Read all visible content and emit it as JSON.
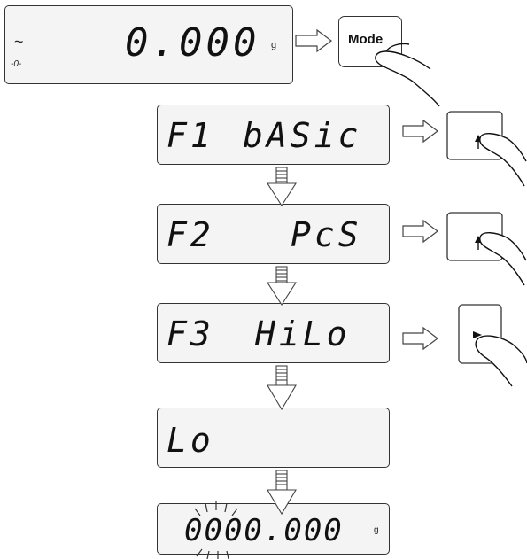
{
  "display_main": {
    "value": "0.000",
    "unit": "g",
    "stable_indicator": "~",
    "zero_indicator": "-0-"
  },
  "mode_button": {
    "label": "Mode"
  },
  "screens": [
    {
      "left": "F1",
      "right": "bASic"
    },
    {
      "left": "F2",
      "right": "PcS"
    },
    {
      "left": "F3",
      "right": "HiLo"
    },
    {
      "left": "Lo",
      "right": ""
    }
  ],
  "final_display": {
    "value": "0000.000",
    "unit": "g"
  },
  "icons": {
    "up": "up-arrow-button-icon",
    "enter": "right-arrow-button-icon",
    "finger": "finger-press-icon"
  }
}
